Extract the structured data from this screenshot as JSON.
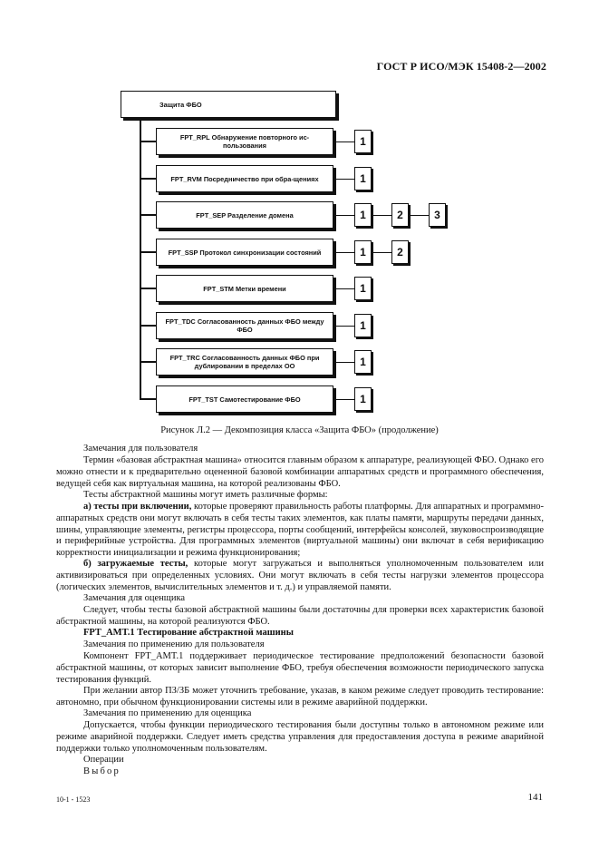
{
  "header": {
    "standard": "ГОСТ Р ИСО/МЭК 15408-2—2002"
  },
  "diagram": {
    "root": "Защита ФБО",
    "components": [
      {
        "label": "FPT_RPL Обнаружение повторного ис-пользования",
        "levels": [
          "1"
        ]
      },
      {
        "label": "FPT_RVM Посредничество при обра-щениях",
        "levels": [
          "1"
        ]
      },
      {
        "label": "FPT_SEP Разделение домена",
        "levels": [
          "1",
          "2",
          "3"
        ]
      },
      {
        "label": "FPT_SSP Протокол синхронизации состояний",
        "levels": [
          "1",
          "2"
        ]
      },
      {
        "label": "FPT_STM Метки времени",
        "levels": [
          "1"
        ]
      },
      {
        "label": "FPT_TDC Согласованность данных ФБО между ФБО",
        "levels": [
          "1"
        ]
      },
      {
        "label": "FPT_TRC Согласованность данных ФБО при дублировании в пределах ОО",
        "levels": [
          "1"
        ]
      },
      {
        "label": "FPT_TST Самотестирование ФБО",
        "levels": [
          "1"
        ]
      }
    ],
    "caption": "Рисунок Л.2 — Декомпозиция класса «Защита ФБО» (продолжение)"
  },
  "body": {
    "user_notes_title": "Замечания для пользователя",
    "p1": "Термин «базовая абстрактная машина» относится главным образом к аппаратуре, реализующей ФБО. Однако его можно отнести и к предварительно оцененной базовой комбинации аппаратных средств и программного обеспечения, ведущей себя как виртуальная машина, на которой реализованы ФБО.",
    "p2": "Тесты абстрактной машины могут иметь различные формы:",
    "item_a_bold": "а) тесты при включении,",
    "item_a_text": " которые проверяют правильность работы платформы. Для аппаратных и программно-аппаратных средств они могут включать в себя тесты таких элементов, как платы памяти, маршруты передачи данных, шины, управляющие элементы, регистры процессора, порты сообщений, интерфейсы консолей, звуковоспроизводящие и периферийные устройства. Для программных элементов (виртуальной машины) они включат в себя верификацию корректности инициализации и режима функционирования;",
    "item_b_bold": "б) загружаемые тесты,",
    "item_b_text": " которые могут загружаться и выполняться уполномоченным пользователем или активизироваться при определенных условиях. Они могут включать в себя тесты нагрузки элементов процессора (логических элементов, вычислительных элементов и т. д.) и управляемой памяти.",
    "eval_notes_title": "Замечания для оценщика",
    "p3": "Следует, чтобы тесты базовой абстрактной машины были достаточны для проверки всех характеристик базовой абстрактной машины, на которой реализуются ФБО.",
    "section_title": "FPT_AMT.1 Тестирование абстрактной машины",
    "app_user_title": "Замечания по применению для пользователя",
    "p4": "Компонент FPT_AMT.1 поддерживает периодическое тестирование предположений безопасности базовой абстрактной машины, от которых зависит выполнение ФБО, требуя обеспечения возможности периодического запуска тестирования функций.",
    "p5": "При желании автор ПЗ/ЗБ может уточнить требование, указав, в каком режиме следует проводить тестирование: автономно, при обычном функционировании системы или в режиме аварийной поддержки.",
    "app_eval_title": "Замечания по применению для оценщика",
    "p6": "Допускается, чтобы функции периодического тестирования были доступны только в автономном режиме или режиме аварийной поддержки. Следует иметь средства управления для предоставления доступа в режиме аварийной поддержки только уполномоченным пользователям.",
    "operations": "Операции",
    "choice": "Выбор"
  },
  "footer": {
    "print_code": "10-1 - 1523",
    "page_number": "141"
  }
}
